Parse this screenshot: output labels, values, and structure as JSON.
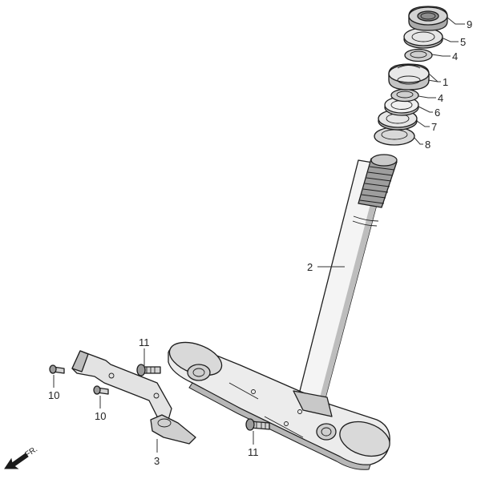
{
  "callouts": {
    "c9": "9",
    "c5": "5",
    "c4a": "4",
    "c1": "1",
    "c4b": "4",
    "c6": "6",
    "c7": "7",
    "c8": "8",
    "c2": "2",
    "c11a": "11",
    "c10a": "10",
    "c10b": "10",
    "c3": "3",
    "c11b": "11"
  },
  "front_label": "FR."
}
